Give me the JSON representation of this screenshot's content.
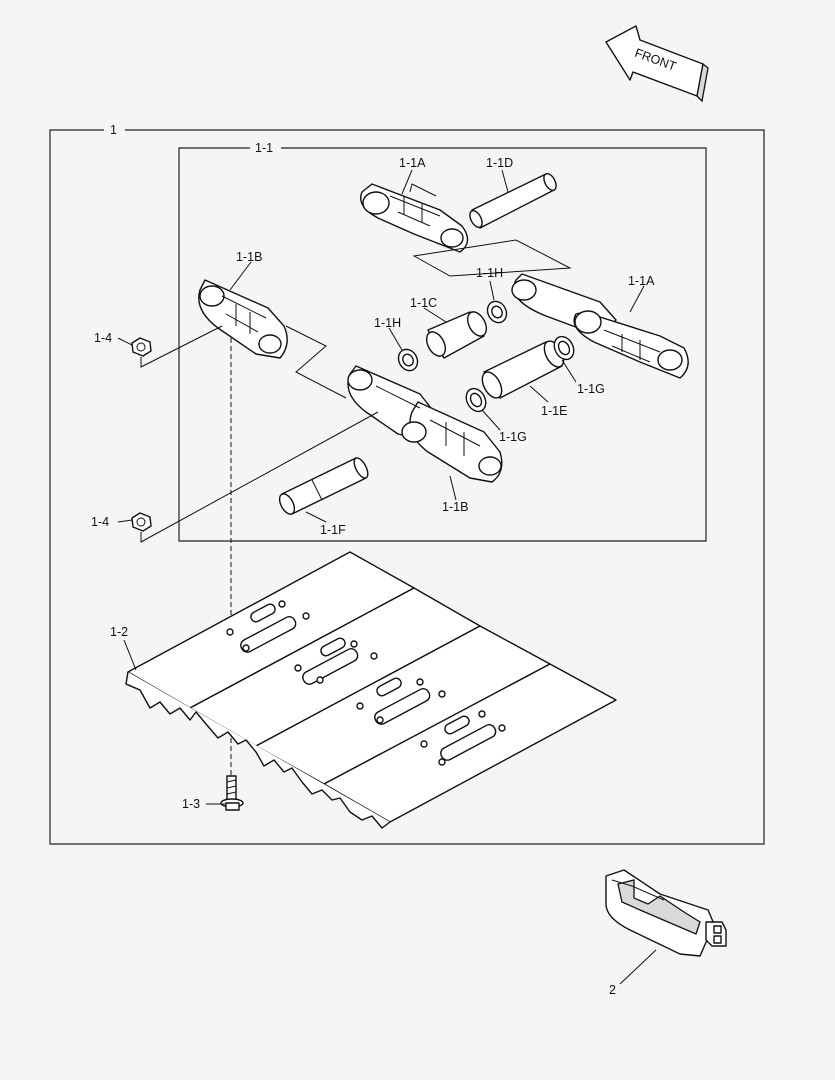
{
  "front_arrow_label": "FRONT",
  "labels": {
    "assembly": "1",
    "chain_assembly": "1-1",
    "link_a_top": "1-1A",
    "pin_d": "1-1D",
    "link_b_left": "1-1B",
    "seal_h_right": "1-1H",
    "link_a_right": "1-1A",
    "bushing_c": "1-1C",
    "seal_h_left": "1-1H",
    "nut_upper": "1-4",
    "seal_g_right": "1-1G",
    "bushing_e": "1-1E",
    "seal_g_lower": "1-1G",
    "link_b_lower": "1-1B",
    "pin_f": "1-1F",
    "nut_lower": "1-4",
    "shoe": "1-2",
    "bolt": "1-3",
    "guard": "2"
  }
}
